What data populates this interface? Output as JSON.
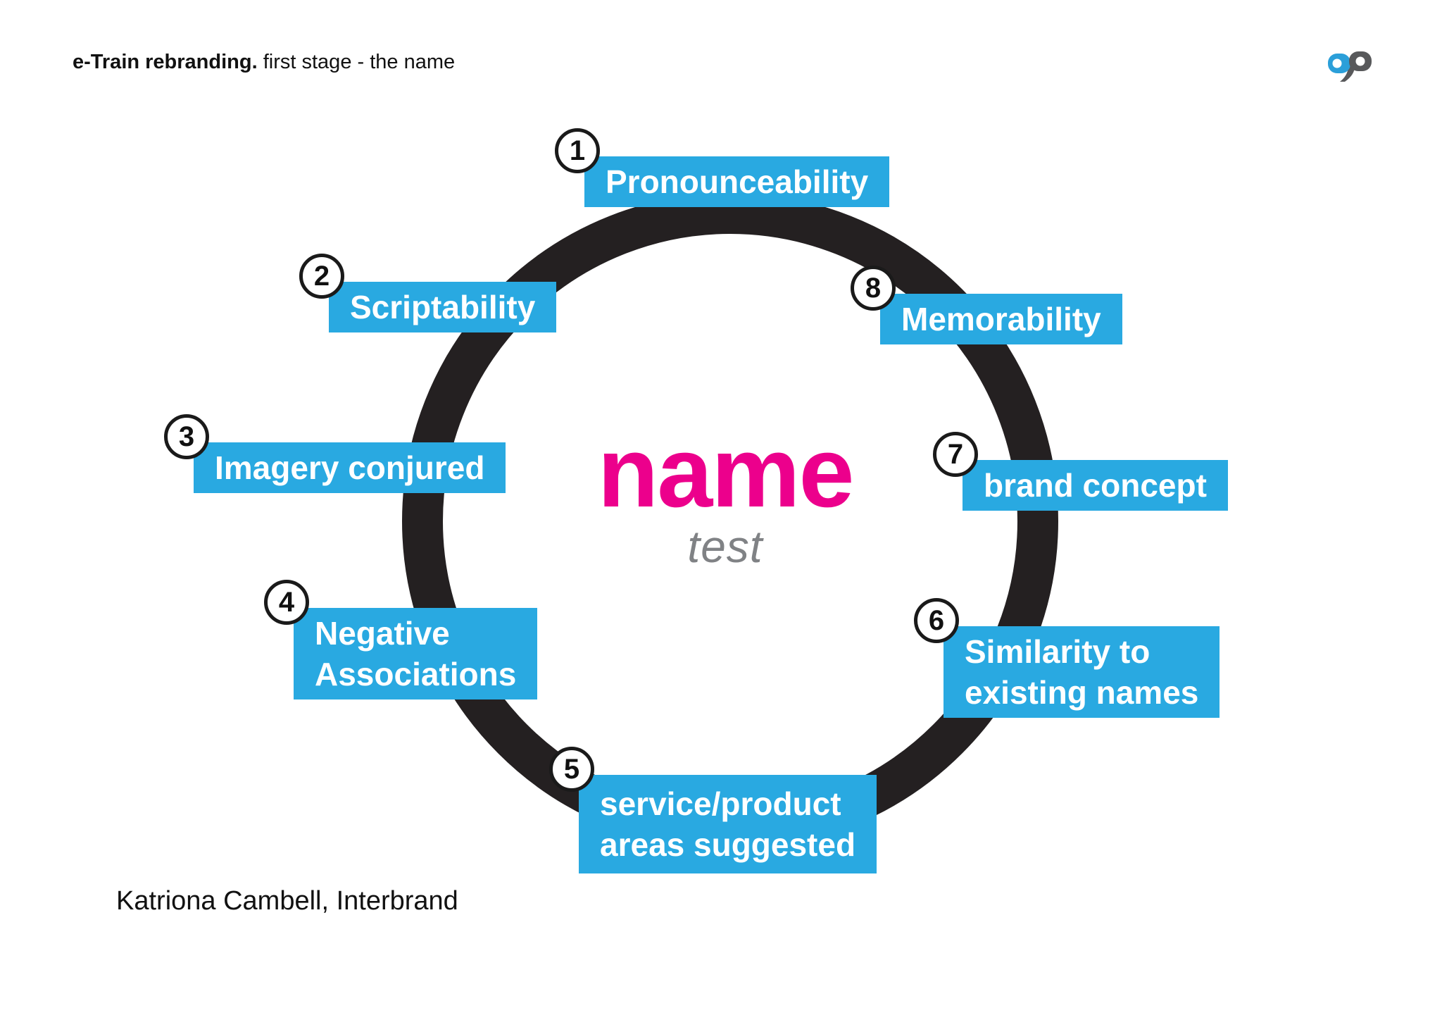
{
  "header": {
    "title_bold": "e-Train rebranding.",
    "title_rest": " first stage - the name"
  },
  "center": {
    "title": "name",
    "subtitle": "test"
  },
  "items": [
    {
      "number": "1",
      "label": "Pronounceability"
    },
    {
      "number": "2",
      "label": "Scriptability"
    },
    {
      "number": "3",
      "label": "Imagery conjured"
    },
    {
      "number": "4",
      "label": "Negative\nAssociations"
    },
    {
      "number": "5",
      "label": "service/product\nareas suggested"
    },
    {
      "number": "6",
      "label": "Similarity to\nexisting names"
    },
    {
      "number": "7",
      "label": "brand concept"
    },
    {
      "number": "8",
      "label": "Memorability"
    }
  ],
  "attribution": "Katriona Cambell, Interbrand",
  "logo_icon": "ap-logo",
  "colors": {
    "box-blue": "#29A9E1",
    "ring-black": "#242021",
    "name-pink": "#EC008C",
    "test-gray": "#808285",
    "logo-blue": "#2B9FD9",
    "logo-gray": "#58595B"
  }
}
